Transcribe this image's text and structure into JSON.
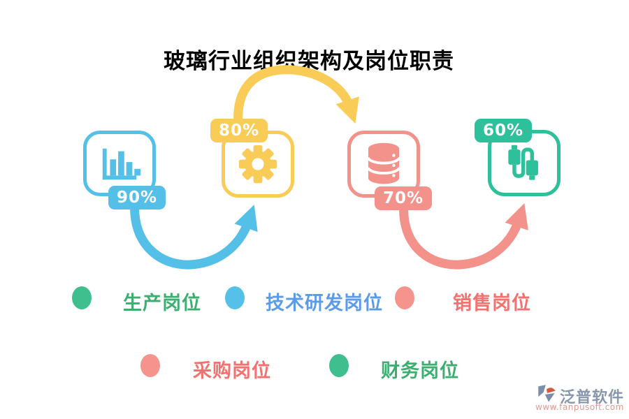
{
  "title": "玻璃行业组织架构及岗位职责",
  "nodes": [
    {
      "percent": "90%",
      "icon": "bar-chart-icon",
      "color": "#54C0E8"
    },
    {
      "percent": "80%",
      "icon": "gear-icon",
      "color": "#F9CB57"
    },
    {
      "percent": "70%",
      "icon": "database-icon",
      "color": "#F2928A"
    },
    {
      "percent": "60%",
      "icon": "usb-cable-icon",
      "color": "#2EBF9B"
    }
  ],
  "legend": {
    "row1": [
      {
        "label": "生产岗位",
        "dot_color": "#3FBE8E",
        "text_color": "#3CAE6F"
      },
      {
        "label": "技术研发岗位",
        "dot_color": "#56C1E8",
        "text_color": "#5B9BE8"
      },
      {
        "label": "销售岗位",
        "dot_color": "#F4948D",
        "text_color": "#F3716E"
      }
    ],
    "row2": [
      {
        "label": "采购岗位",
        "dot_color": "#F4948D",
        "text_color": "#F3716E"
      },
      {
        "label": "财务岗位",
        "dot_color": "#3FBE8E",
        "text_color": "#3CAE6F"
      }
    ]
  },
  "watermark": {
    "brand": "泛普软件",
    "url": "www.fanpusoft.com"
  }
}
